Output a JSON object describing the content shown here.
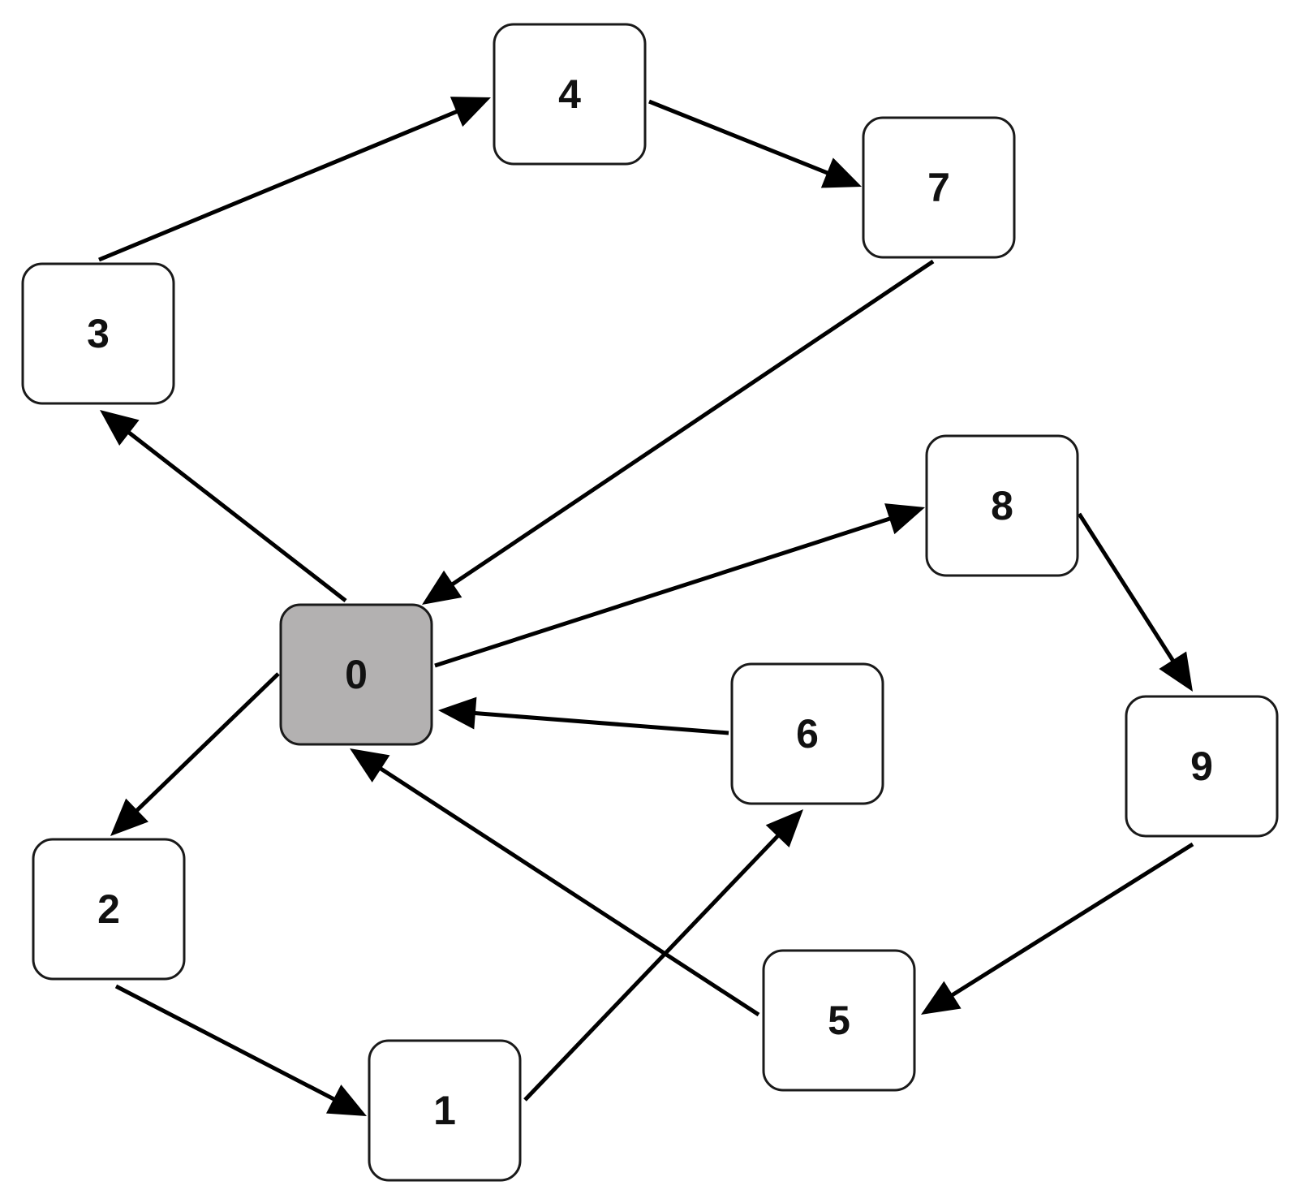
{
  "diagram": {
    "colors": {
      "node_fill": "#ffffff",
      "highlight_fill": "#b3b1b1",
      "node_stroke": "#1a1a1a",
      "edge": "#000000"
    },
    "nodes": [
      {
        "id": "0",
        "label": "0",
        "highlighted": true
      },
      {
        "id": "1",
        "label": "1",
        "highlighted": false
      },
      {
        "id": "2",
        "label": "2",
        "highlighted": false
      },
      {
        "id": "3",
        "label": "3",
        "highlighted": false
      },
      {
        "id": "4",
        "label": "4",
        "highlighted": false
      },
      {
        "id": "5",
        "label": "5",
        "highlighted": false
      },
      {
        "id": "6",
        "label": "6",
        "highlighted": false
      },
      {
        "id": "7",
        "label": "7",
        "highlighted": false
      },
      {
        "id": "8",
        "label": "8",
        "highlighted": false
      },
      {
        "id": "9",
        "label": "9",
        "highlighted": false
      }
    ],
    "edges": [
      {
        "from": "0",
        "to": "3"
      },
      {
        "from": "3",
        "to": "4"
      },
      {
        "from": "4",
        "to": "7"
      },
      {
        "from": "7",
        "to": "0"
      },
      {
        "from": "0",
        "to": "8"
      },
      {
        "from": "8",
        "to": "9"
      },
      {
        "from": "9",
        "to": "5"
      },
      {
        "from": "5",
        "to": "0"
      },
      {
        "from": "6",
        "to": "0"
      },
      {
        "from": "0",
        "to": "2"
      },
      {
        "from": "2",
        "to": "1"
      },
      {
        "from": "1",
        "to": "6"
      }
    ]
  }
}
